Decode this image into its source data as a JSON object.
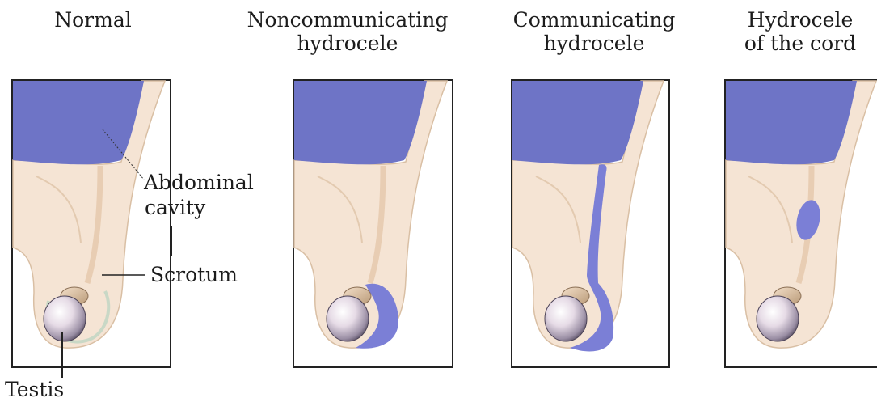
{
  "panels": [
    {
      "title_lines": [
        "Normal"
      ]
    },
    {
      "title_lines": [
        "Noncommunicating",
        "hydrocele"
      ]
    },
    {
      "title_lines": [
        "Communicating",
        "hydrocele"
      ]
    },
    {
      "title_lines": [
        "Hydrocele",
        "of the cord"
      ]
    }
  ],
  "labels": {
    "abdominal": "Abdominal",
    "cavity": "cavity",
    "scrotum": "Scrotum",
    "testis": "Testis"
  },
  "colors": {
    "abdomen": "#6e74c6",
    "tissue": "#f5e4d4",
    "tissue_edge": "#d9bfa4",
    "fluid": "#7b7fd6",
    "border": "#222222"
  }
}
